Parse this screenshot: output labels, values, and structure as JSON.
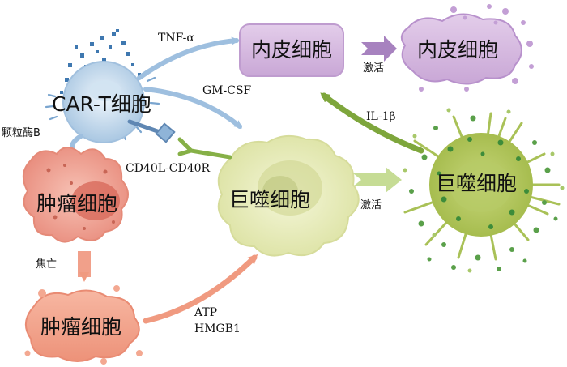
{
  "cells": {
    "car_t": "CAR-T细胞",
    "endothelial": "内皮细胞",
    "endothelial_activated": "内皮细胞",
    "macrophage": "巨噬细胞",
    "macrophage_activated": "巨噬细胞",
    "tumor": "肿瘤细胞",
    "tumor_pyroptotic": "肿瘤细胞"
  },
  "mediators": {
    "tnf": "TNF-α",
    "gmcsf": "GM-CSF",
    "granzyme": "颗粒酶B",
    "cd40": "CD40L-CD40R",
    "il1b": "IL-1β",
    "pyroptosis": "焦亡",
    "activate_endo": "激活",
    "activate_macro": "激活",
    "atp": "ATP",
    "hmgb1": "HMGB1"
  },
  "colors": {
    "car_t": "#a9c7e2",
    "tumor": "#e98f80",
    "macrophage": "#e2e7ad",
    "macrophage_activated": "#a9c04f",
    "endothelial": "#d2b6dc",
    "arrow_blue": "#9ebfdf",
    "arrow_green": "#7ea63c",
    "arrow_orange": "#f09a80"
  }
}
